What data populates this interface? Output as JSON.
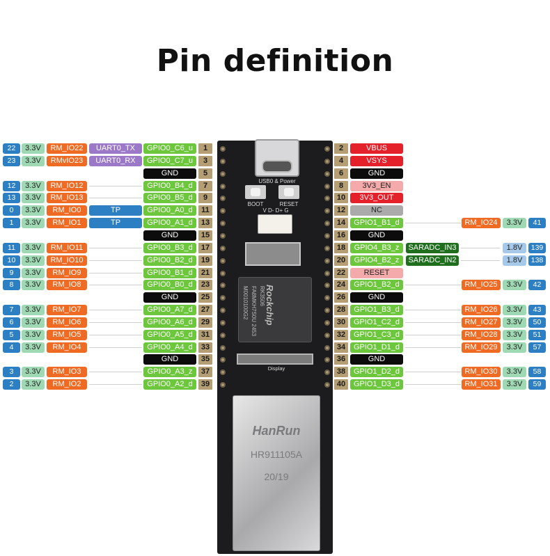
{
  "title": "Pin definition",
  "colors": {
    "blue": "#2d7fc3",
    "v33": "#9fd9b4",
    "orange": "#ef6a22",
    "purple": "#9b79c8",
    "gpio": "#6cc73c",
    "black": "#0c0c0c",
    "red": "#e4202a",
    "pink": "#f4a9aa",
    "nc": "#aaaaaa",
    "darkgreen": "#1e6e1e",
    "v18": "#a6c9ea",
    "pinbox": "#b59e74"
  },
  "left_rows": [
    {
      "num": "22",
      "v": "3.3V",
      "rm": "RM_IO22",
      "ex": "UART0_TX",
      "ext": "purple",
      "gpio": "GPIO0_C6_u",
      "pin": "1"
    },
    {
      "num": "23",
      "v": "3.3V",
      "rm": "RMvIO23",
      "ex": "UART0_RX",
      "ext": "purple",
      "gpio": "GPIO0_C7_u",
      "pin": "3"
    },
    {
      "gnd": "GND",
      "pin": "5"
    },
    {
      "num": "12",
      "v": "3.3V",
      "rm": "RM_IO12",
      "gpio": "GPIO0_B4_d",
      "pin": "7"
    },
    {
      "num": "13",
      "v": "3.3V",
      "rm": "RM_IO13",
      "gpio": "GPIO0_B5_d",
      "pin": "9"
    },
    {
      "num": "0",
      "v": "3.3V",
      "rm": "RM_IO0",
      "ex": "TP",
      "ext": "blue",
      "gpio": "GPIO0_A0_d",
      "pin": "11"
    },
    {
      "num": "1",
      "v": "3.3V",
      "rm": "RM_IO1",
      "ex": "TP",
      "ext": "blue",
      "gpio": "GPIO0_A1_d",
      "pin": "13"
    },
    {
      "gnd": "GND",
      "pin": "15"
    },
    {
      "num": "11",
      "v": "3.3V",
      "rm": "RM_IO11",
      "gpio": "GPIO0_B3_d",
      "pin": "17"
    },
    {
      "num": "10",
      "v": "3.3V",
      "rm": "RM_IO10",
      "gpio": "GPIO0_B2_d",
      "pin": "19"
    },
    {
      "num": "9",
      "v": "3.3V",
      "rm": "RM_IO9",
      "gpio": "GPIO0_B1_d",
      "pin": "21"
    },
    {
      "num": "8",
      "v": "3.3V",
      "rm": "RM_IO8",
      "gpio": "GPIO0_B0_d",
      "pin": "23"
    },
    {
      "gnd": "GND",
      "pin": "25"
    },
    {
      "num": "7",
      "v": "3.3V",
      "rm": "RM_IO7",
      "gpio": "GPIO0_A7_d",
      "pin": "27"
    },
    {
      "num": "6",
      "v": "3.3V",
      "rm": "RM_IO6",
      "gpio": "GPIO0_A6_d",
      "pin": "29"
    },
    {
      "num": "5",
      "v": "3.3V",
      "rm": "RM_IO5",
      "gpio": "GPIO0_A5_d",
      "pin": "31"
    },
    {
      "num": "4",
      "v": "3.3V",
      "rm": "RM_IO4",
      "gpio": "GPIO0_A4_d",
      "pin": "33"
    },
    {
      "gnd": "GND",
      "pin": "35"
    },
    {
      "num": "3",
      "v": "3.3V",
      "rm": "RM_IO3",
      "gpio": "GPIO0_A3_z",
      "pin": "37"
    },
    {
      "num": "2",
      "v": "3.3V",
      "rm": "RM_IO2",
      "gpio": "GPIO0_A2_d",
      "pin": "39"
    }
  ],
  "right_rows": [
    {
      "pin": "2",
      "pw": "VBUS",
      "pwt": "red"
    },
    {
      "pin": "4",
      "pw": "VSYS",
      "pwt": "red"
    },
    {
      "pin": "6",
      "gnd": "GND"
    },
    {
      "pin": "8",
      "pw": "3V3_EN",
      "pwt": "pink"
    },
    {
      "pin": "10",
      "pw": "3V3_OUT",
      "pwt": "red"
    },
    {
      "pin": "12",
      "pw": "NC",
      "pwt": "nc"
    },
    {
      "pin": "14",
      "gpio": "GPIO1_B1_d",
      "rm": "RM_IO24",
      "v": "3.3V",
      "num": "41"
    },
    {
      "pin": "16",
      "gnd": "GND"
    },
    {
      "pin": "18",
      "gpio": "GPIO4_B3_z",
      "adc": "SARADC_IN3",
      "v": "1.8V",
      "num": "139"
    },
    {
      "pin": "20",
      "gpio": "GPIO4_B2_z",
      "adc": "SARADC_IN2",
      "v": "1.8V",
      "num": "138"
    },
    {
      "pin": "22",
      "pw": "RESET",
      "pwt": "pink"
    },
    {
      "pin": "24",
      "gpio": "GPIO1_B2_d",
      "rm": "RM_IO25",
      "v": "3.3V",
      "num": "42"
    },
    {
      "pin": "26",
      "gnd": "GND"
    },
    {
      "pin": "28",
      "gpio": "GPIO1_B3_d",
      "rm": "RM_IO26",
      "v": "3.3V",
      "num": "43"
    },
    {
      "pin": "30",
      "gpio": "GPIO1_C2_d",
      "rm": "RM_IO27",
      "v": "3.3V",
      "num": "50"
    },
    {
      "pin": "32",
      "gpio": "GPIO1_C3_d",
      "rm": "RM_IO28",
      "v": "3.3V",
      "num": "51"
    },
    {
      "pin": "34",
      "gpio": "GPIO1_D1_d",
      "rm": "RM_IO29",
      "v": "3.3V",
      "num": "57"
    },
    {
      "pin": "36",
      "gnd": "GND"
    },
    {
      "pin": "38",
      "gpio": "GPIO1_D2_d",
      "rm": "RM_IO30",
      "v": "3.3V",
      "num": "58"
    },
    {
      "pin": "40",
      "gpio": "GPIO1_D3_d",
      "rm": "RM_IO31",
      "v": "3.3V",
      "num": "59"
    }
  ],
  "board": {
    "usb_label": "USB0 & Power",
    "boot_label": "BOOT",
    "reset_label": "RESET",
    "pads_label": "V D- D+ G",
    "chip_brand": "Rockchip",
    "chip_model": "RK3506",
    "chip_line1": "FA8MKH7S0U 2453",
    "chip_line2": "M0010100G2",
    "display_label": "Display",
    "jack_brand": "HanRun",
    "jack_model": "HR911105A",
    "jack_date": "20/19"
  }
}
